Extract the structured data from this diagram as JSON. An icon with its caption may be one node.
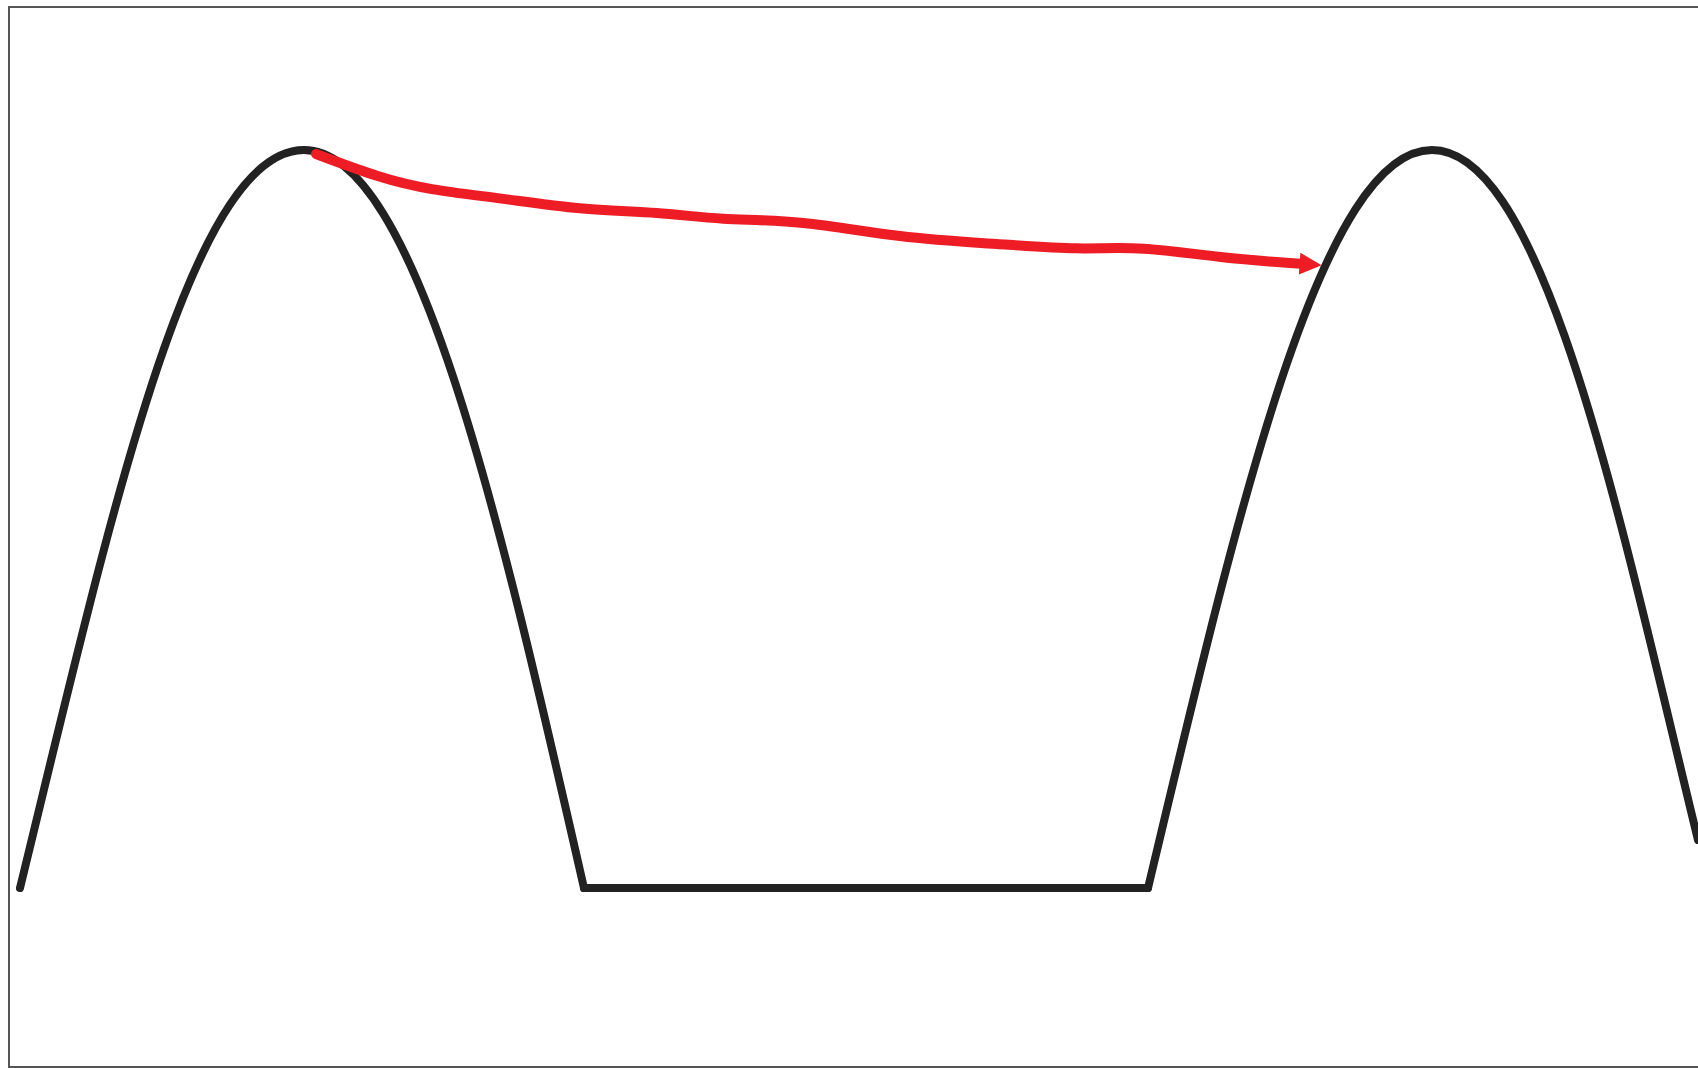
{
  "diagram": {
    "nodes": [
      {
        "text": [],
        "shape": "picture"
      },
      {
        "text": [],
        "shape": "picture"
      }
    ],
    "edges": [
      {
        "from": 0,
        "to": 1,
        "arrow": "to",
        "color": "#ee1c25"
      },
      {
        "from": 0,
        "to": 1,
        "arrow": "none",
        "color": "#222222"
      }
    ]
  }
}
